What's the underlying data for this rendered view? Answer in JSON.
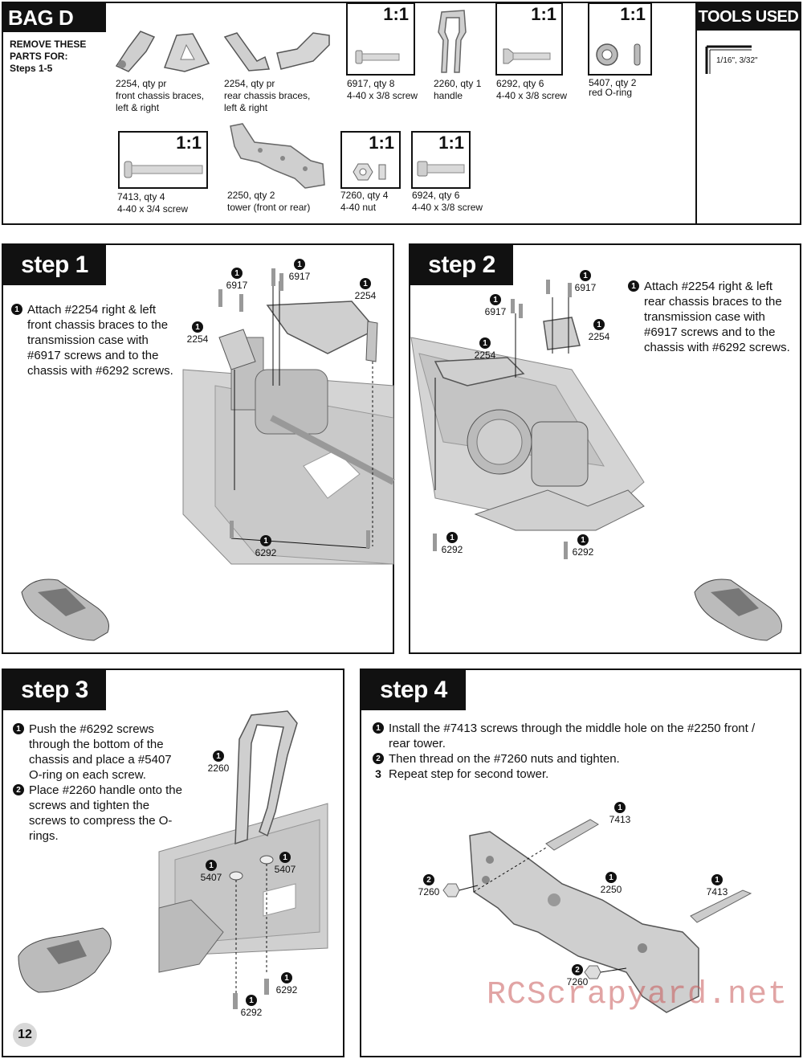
{
  "header": {
    "bag_title": "BAG D",
    "remove_note": "REMOVE THESE\nPARTS FOR:\nSteps 1-5",
    "tools_title": "TOOLS USED",
    "tools_value": "1/16\", 3/32\""
  },
  "parts": [
    {
      "scale": "",
      "line1": "2254, qty pr",
      "line2": "front chassis braces,",
      "line3": "left & right"
    },
    {
      "scale": "",
      "line1": "2254, qty pr",
      "line2": "rear chassis braces,",
      "line3": "left & right"
    },
    {
      "scale": "1:1",
      "line1": "6917, qty 8",
      "line2": "4-40 x 3/8 screw",
      "line3": ""
    },
    {
      "scale": "",
      "line1": "2260, qty 1",
      "line2": "handle",
      "line3": ""
    },
    {
      "scale": "1:1",
      "line1": "6292, qty 6",
      "line2": "4-40 x 3/8 screw",
      "line3": ""
    },
    {
      "scale": "1:1",
      "line1": "5407, qty 2",
      "line2": "red O-ring",
      "line3": ""
    },
    {
      "scale": "1:1",
      "line1": "7413, qty 4",
      "line2": "4-40 x 3/4 screw",
      "line3": ""
    },
    {
      "scale": "",
      "line1": "2250, qty 2",
      "line2": "tower (front or rear)",
      "line3": ""
    },
    {
      "scale": "1:1",
      "line1": "7260, qty 4",
      "line2": "4-40 nut",
      "line3": ""
    },
    {
      "scale": "1:1",
      "line1": "6924, qty 6",
      "line2": "4-40 x 3/8 screw",
      "line3": ""
    }
  ],
  "steps": {
    "step1": {
      "title": "step 1",
      "items": [
        {
          "n": "1",
          "text": "Attach #2254 right & left front chassis braces to the transmission case with #6917 screws and to the chassis with #6292 screws."
        }
      ],
      "callouts": [
        "6917",
        "6917",
        "2254",
        "2254",
        "6292"
      ]
    },
    "step2": {
      "title": "step 2",
      "items": [
        {
          "n": "1",
          "text": "Attach #2254 right & left rear chassis braces to the transmission case with #6917 screws and to the chassis with #6292 screws."
        }
      ],
      "callouts": [
        "6917",
        "6917",
        "2254",
        "2254",
        "6292",
        "6292"
      ]
    },
    "step3": {
      "title": "step 3",
      "items": [
        {
          "n": "1",
          "text": "Push the #6292 screws through the bottom of the chassis and place a #5407 O-ring on each screw."
        },
        {
          "n": "2",
          "text": "Place #2260 handle onto the screws and tighten the screws to compress the O-rings."
        }
      ],
      "callouts": [
        "2260",
        "5407",
        "5407",
        "6292",
        "6292"
      ]
    },
    "step4": {
      "title": "step 4",
      "items": [
        {
          "n": "1",
          "text": "Install the #7413 screws through the middle hole on the #2250 front / rear tower."
        },
        {
          "n": "2",
          "text": "Then thread on the #7260 nuts and tighten."
        },
        {
          "n": "3",
          "text": "Repeat step for second tower."
        }
      ],
      "callouts": [
        "7413",
        "7260",
        "2250",
        "7413",
        "7260"
      ]
    }
  },
  "page_number": "12",
  "watermark": "RCScrapyard.net"
}
